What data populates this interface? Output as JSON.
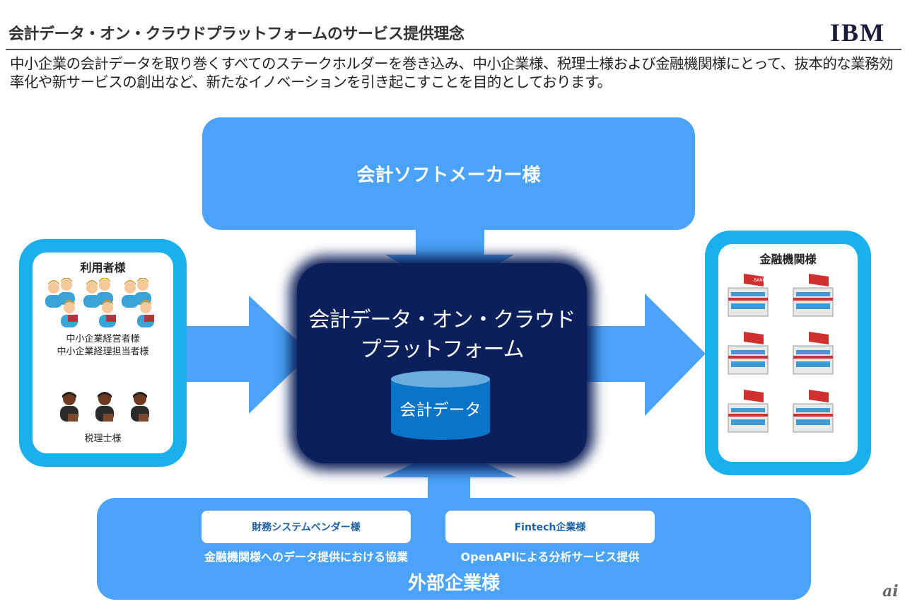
{
  "header": {
    "title": "会計データ・オン・クラウドプラットフォームのサービス提供理念",
    "logo": "IBM"
  },
  "intro": "中小企業の会計データを取り巻くすべてのステークホルダーを巻き込み、中小企業様、税理士様および金融機関様にとって、抜本的な業務効率化や新サービスの創出など、新たなイノベーションを引き起こすことを目的としております。",
  "top": {
    "label": "会計ソフトメーカー様"
  },
  "left": {
    "title": "利用者様",
    "group1_line1": "中小企業経営者様",
    "group1_line2": "中小企業経理担当者様",
    "group2": "税理士様"
  },
  "center": {
    "line1": "会計データ・オン・クラウド",
    "line2": "プラットフォーム",
    "db": "会計データ"
  },
  "right": {
    "title": "金融機関様",
    "bank_sign": "BANK"
  },
  "bottom": {
    "title": "外部企業様",
    "card1": "財務システムベンダー様",
    "card1_desc": "金融機関様へのデータ提供における協業",
    "card2": "Fintech企業様",
    "card2_desc": "OpenAPIによる分析サービス提供"
  },
  "watermark": "ai",
  "colors": {
    "box_blue": "#4aa3f8",
    "frame_cyan": "#1ab0ee",
    "core_navy": "#0b1f5a"
  }
}
